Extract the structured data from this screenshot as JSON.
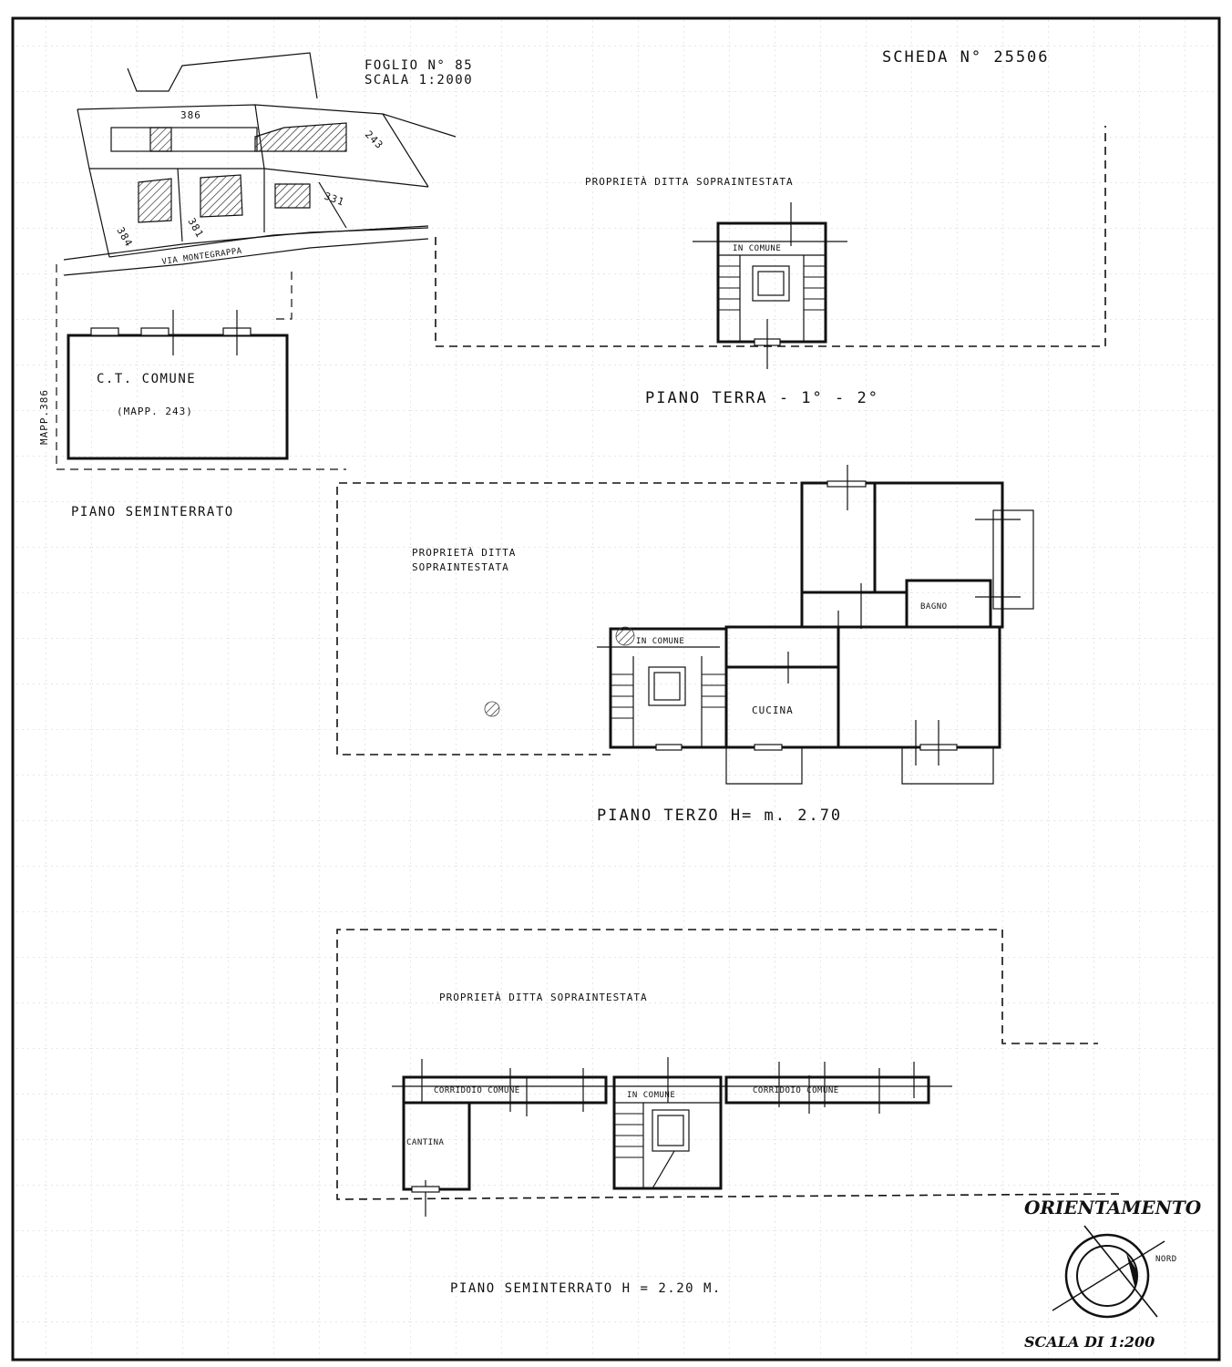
{
  "header": {
    "foglio": "FOGLIO N° 85",
    "scala_mappa": "SCALA 1:2000",
    "scheda": "SCHEDA N° 25506"
  },
  "site_map": {
    "parcel_386": "386",
    "parcel_243": "243",
    "parcel_331": "331",
    "parcel_384": "384",
    "parcel_381": "381",
    "street": "VIA MONTEGRAPPA"
  },
  "seminterrato_small": {
    "room": "C.T. COMUNE",
    "mapp_note": "(MAPP. 243)",
    "side_label": "MAPP.386",
    "title": "PIANO SEMINTERRATO"
  },
  "piano_terra": {
    "property_label": "PROPRIETÀ DITTA SOPRAINTESTATA",
    "stair_label": "IN COMUNE",
    "title": "PIANO TERRA - 1° - 2°"
  },
  "piano_terzo": {
    "property_label_1": "PROPRIETÀ DITTA",
    "property_label_2": "SOPRAINTESTATA",
    "stair_label": "IN COMUNE",
    "bagno": "BAGNO",
    "cucina": "CUCINA",
    "title": "PIANO TERZO H= m. 2.70"
  },
  "piano_seminterrato": {
    "property_label": "PROPRIETÀ DITTA SOPRAINTESTATA",
    "corridoio_left": "CORRIDOIO COMUNE",
    "stair_label": "IN COMUNE",
    "corridoio_right": "CORRIDOIO COMUNE",
    "cantina": "CANTINA",
    "title": "PIANO SEMINTERRATO H = 2.20 M."
  },
  "orientation": {
    "title": "ORIENTAMENTO",
    "nord": "NORD",
    "scale": "SCALA DI 1:200"
  }
}
